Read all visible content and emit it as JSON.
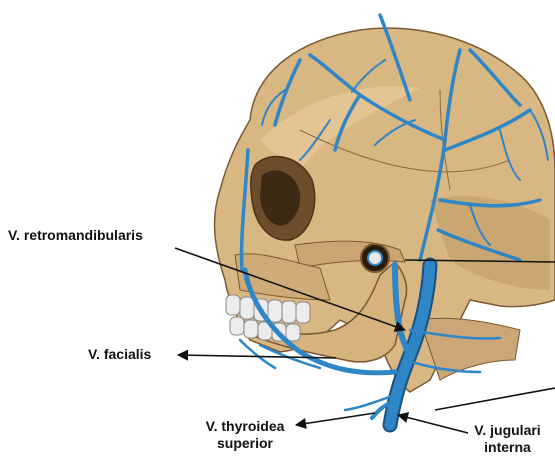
{
  "colors": {
    "background": "#ffffff",
    "bone": "#d9b783",
    "bone_shadow": "#b08a55",
    "bone_dark": "#7a5a33",
    "vein": "#2f86c6",
    "vein_dark": "#17517f",
    "teeth": "#ececec",
    "pointer": "#111111"
  },
  "icons": [
    "skull-illustration",
    "vein-network",
    "pointer-arrow"
  ],
  "labels": {
    "retromandibularis": "V. retromandibularis",
    "facialis": "V. facialis",
    "thyroidea_line1": "V. thyroidea",
    "thyroidea_line2": "superior",
    "jugularis_line1": "V. jugulari",
    "jugularis_line2": "interna"
  }
}
